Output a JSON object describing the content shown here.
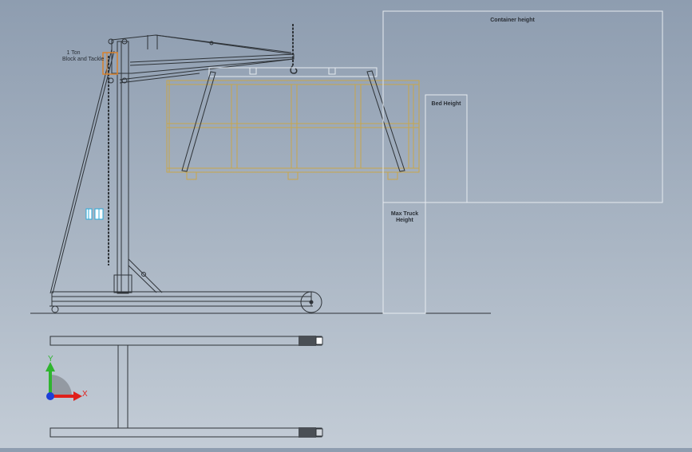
{
  "labels": {
    "hoist_line1": "1 Ton",
    "hoist_line2": "Block and Tackle",
    "container_height": "Container height",
    "bed_height": "Bed Height",
    "truck_line1": "Max Truck",
    "truck_line2": "Height"
  },
  "triad": {
    "y_label": "Y",
    "x_label": "X"
  },
  "colors": {
    "line": "#2e3338",
    "crate": "#c9a64a",
    "hoist_highlight": "#d9822b",
    "box": "#e6ebf0",
    "triad_x": "#e0201b",
    "triad_y": "#2fb52f",
    "triad_z": "#1c3fd8",
    "indicator": "#2aa8d8"
  }
}
